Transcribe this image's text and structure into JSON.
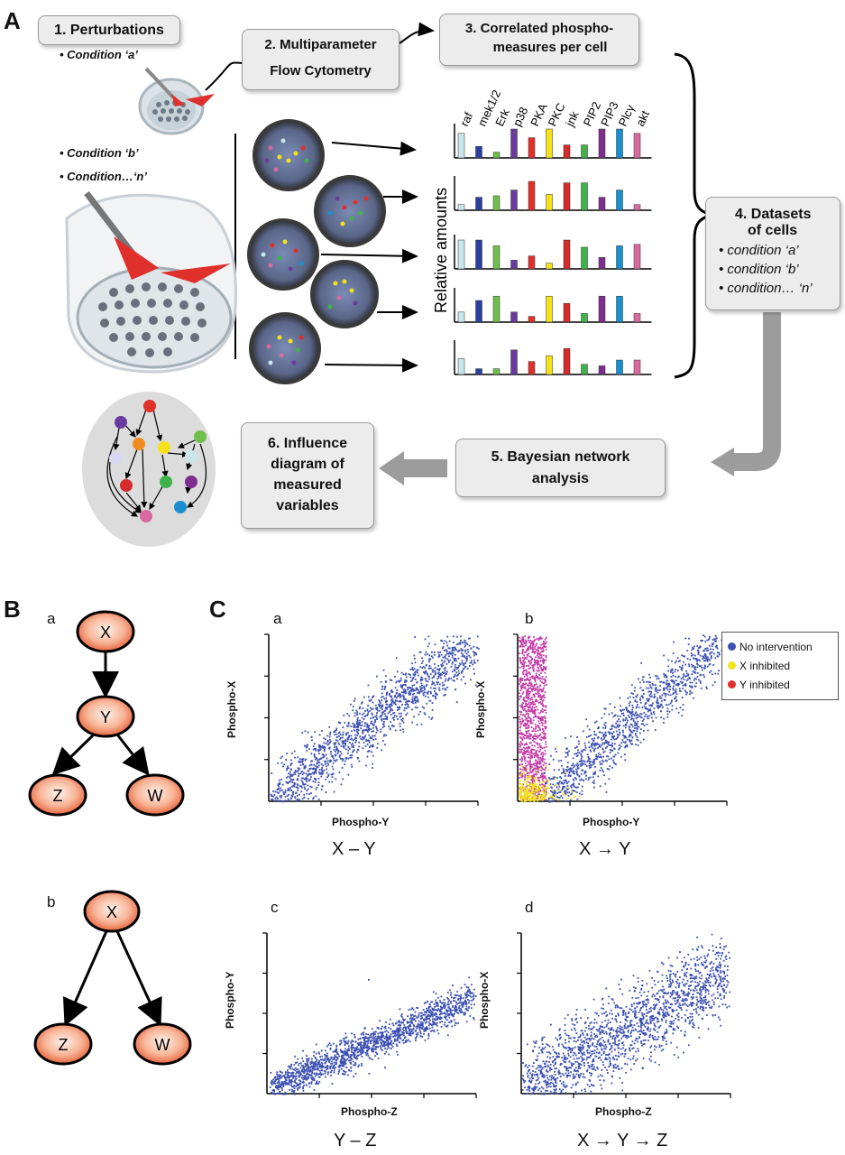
{
  "panel_a": {
    "letter": "A",
    "box1": "1. Perturbations",
    "cond_a": "Condition ‘a’",
    "cond_b": "Condition ‘b’",
    "cond_n": "Condition…‘n’",
    "box2_l1": "2. Multiparameter",
    "box2_l2": "Flow Cytometry",
    "box3_l1": "3. Correlated phospho-",
    "box3_l2": "measures per cell",
    "box4_l1": "4. Datasets",
    "box4_l2": "of cells",
    "box4_items": [
      "condition ‘a’",
      "condition ‘b’",
      "condition… ‘n’"
    ],
    "box5_l1": "5. Bayesian network",
    "box5_l2": "analysis",
    "box6_lines": [
      "6. Influence",
      "diagram of",
      "measured",
      "variables"
    ],
    "rel_amounts": "Relative amounts",
    "proteins": [
      "raf",
      "mek1/2",
      "Erk",
      "p38",
      "PKA",
      "PKC",
      "jnk",
      "PIP2",
      "PIP3",
      "Plcγ",
      "akt"
    ],
    "bar_colors": [
      "#c8e6ec",
      "#2b3fa0",
      "#6fc04a",
      "#6b3a9e",
      "#e0302c",
      "#f5e11a",
      "#d62b2b",
      "#3fb34a",
      "#7d2e8e",
      "#1a8fd0",
      "#d86aa0"
    ],
    "bar_rows": [
      [
        0.85,
        0.4,
        0.2,
        1.0,
        0.7,
        1.0,
        0.45,
        0.45,
        1.0,
        1.0,
        0.85
      ],
      [
        0.2,
        0.45,
        0.5,
        0.7,
        1.0,
        0.55,
        0.95,
        0.95,
        0.45,
        0.7,
        0.2
      ],
      [
        1.0,
        1.0,
        0.8,
        0.3,
        0.45,
        0.2,
        1.0,
        0.75,
        0.4,
        0.8,
        0.85
      ],
      [
        0.35,
        0.75,
        0.9,
        0.35,
        0.2,
        0.9,
        0.65,
        0.3,
        0.9,
        0.9,
        0.3
      ],
      [
        0.55,
        0.2,
        0.2,
        0.85,
        0.45,
        0.65,
        0.9,
        0.35,
        0.3,
        0.5,
        0.5
      ]
    ]
  },
  "panel_b": {
    "letter": "B",
    "sub_a": "a",
    "sub_b": "b",
    "node_x": "X",
    "node_y": "Y",
    "node_z": "Z",
    "node_w": "W"
  },
  "panel_c": {
    "letter": "C",
    "plots": [
      {
        "sub": "a",
        "ylabel": "Phospho-X",
        "xlabel": "Phospho-Y",
        "relation": "X – Y"
      },
      {
        "sub": "b",
        "ylabel": "Phospho-X",
        "xlabel": "Phospho-Y",
        "relation": "X → Y"
      },
      {
        "sub": "c",
        "ylabel": "Phospho-Y",
        "xlabel": "Phospho-Z",
        "relation": "Y – Z"
      },
      {
        "sub": "d",
        "ylabel": "Phospho-X",
        "xlabel": "Phospho-Z",
        "relation": "X → Y → Z"
      }
    ],
    "legend": [
      {
        "label": "No intervention",
        "color": "#3b4fb0"
      },
      {
        "label": "X inhibited",
        "color": "#f2e21c"
      },
      {
        "label": "Y inhibited",
        "color": "#e0302c"
      }
    ],
    "scatter_color": "#3b4fb0",
    "y_inhibited_points_color": "#c23aa8"
  }
}
